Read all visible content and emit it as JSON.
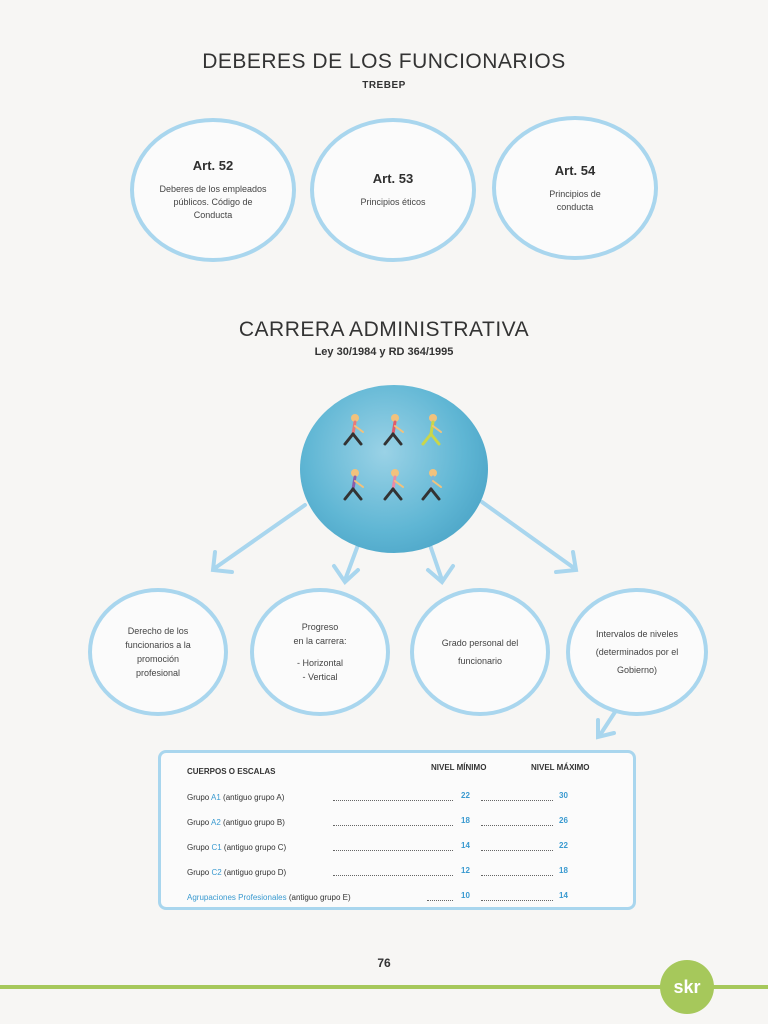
{
  "section1": {
    "title": "DEBERES DE LOS FUNCIONARIOS",
    "subtitle": "TREBEP",
    "articles": [
      {
        "title": "Art. 52",
        "desc": "Deberes de los empleados públicos. Código de Conducta"
      },
      {
        "title": "Art. 53",
        "desc": "Principios éticos"
      },
      {
        "title": "Art. 54",
        "desc": "Principios de conducta"
      }
    ]
  },
  "section2": {
    "title": "CARRERA ADMINISTRATIVA",
    "subtitle": "Ley 30/1984 y RD 364/1995",
    "circles": [
      {
        "lines": [
          "Derecho de los",
          "funcionarios a la",
          "promoción",
          "profesional"
        ]
      },
      {
        "lines": [
          "Progreso",
          "en la carrera:",
          "",
          "- Horizontal",
          "- Vertical"
        ]
      },
      {
        "lines": [
          "Grado personal del",
          "funcionario"
        ]
      },
      {
        "lines": [
          "Intervalos de niveles",
          "(determinados por el",
          "Gobierno)"
        ]
      }
    ]
  },
  "table": {
    "headers": {
      "col1": "CUERPOS O ESCALAS",
      "col2": "NIVEL MÍNIMO",
      "col3": "NIVEL MÁXIMO"
    },
    "rows": [
      {
        "pre": "Grupo ",
        "hl": "A1",
        "post": " (antiguo grupo A)",
        "min": "22",
        "max": "30"
      },
      {
        "pre": "Grupo ",
        "hl": "A2",
        "post": " (antiguo grupo B)",
        "min": "18",
        "max": "26"
      },
      {
        "pre": "Grupo ",
        "hl": "C1",
        "post": " (antiguo grupo C)",
        "min": "14",
        "max": "22"
      },
      {
        "pre": "Grupo ",
        "hl": "C2",
        "post": " (antiguo grupo D)",
        "min": "12",
        "max": "18"
      },
      {
        "pre": "",
        "hl": "Agrupaciones Profesionales",
        "post": " (antiguo grupo E)",
        "min": "10",
        "max": "14"
      }
    ]
  },
  "footer": {
    "page": "76",
    "logo": "skr"
  }
}
